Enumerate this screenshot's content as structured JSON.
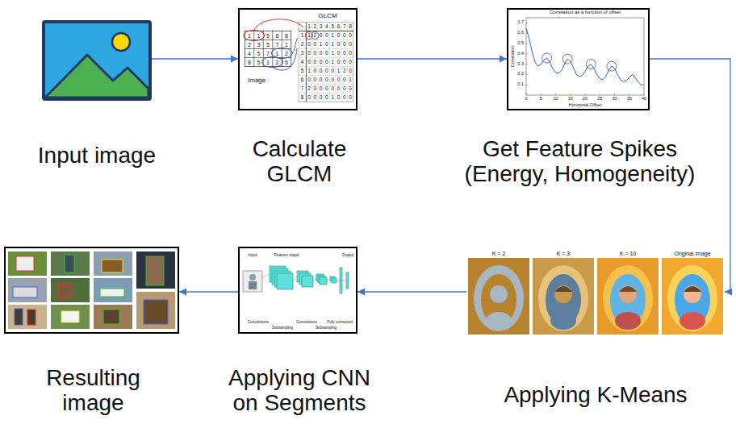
{
  "diagram": {
    "nodes": [
      {
        "text": [
          "Input image"
        ]
      },
      {
        "text": [
          "Calculate GLCM"
        ]
      },
      {
        "text": [
          "Get Feature Spikes (Energy, Homogeneity)"
        ]
      },
      {
        "text": [
          "Applying K-Means"
        ]
      },
      {
        "text": [
          "Applying CNN on Segments"
        ]
      },
      {
        "text": [
          "Resulting image"
        ]
      }
    ],
    "edges": [
      {
        "from": 0,
        "to": 1,
        "arrow": "to"
      },
      {
        "from": 1,
        "to": 2,
        "arrow": "to"
      },
      {
        "from": 2,
        "to": 3,
        "arrow": "to"
      },
      {
        "from": 3,
        "to": 4,
        "arrow": "to"
      },
      {
        "from": 4,
        "to": 5,
        "arrow": "to"
      }
    ],
    "labels": [
      "GLCM",
      "1",
      "2",
      "3",
      "4",
      "5",
      "6",
      "7",
      "8",
      "1",
      "1",
      "2",
      "0",
      "0",
      "1",
      "0",
      "0",
      "0",
      "2",
      "0",
      "0",
      "1",
      "0",
      "1",
      "0",
      "0",
      "0",
      "3",
      "0",
      "0",
      "0",
      "0",
      "1",
      "0",
      "0",
      "0",
      "4",
      "0",
      "0",
      "0",
      "0",
      "1",
      "0",
      "0",
      "0",
      "5",
      "1",
      "0",
      "0",
      "0",
      "0",
      "1",
      "2",
      "0",
      "6",
      "0",
      "0",
      "0",
      "0",
      "0",
      "0",
      "0",
      "1",
      "7",
      "2",
      "0",
      "0",
      "0",
      "0",
      "0",
      "0",
      "0",
      "8",
      "0",
      "0",
      "0",
      "0",
      "1",
      "0",
      "0",
      "0",
      "1",
      "1",
      "5",
      "6",
      "8",
      "2",
      "3",
      "5",
      "7",
      "1",
      "4",
      "5",
      "7",
      "1",
      "2",
      "8",
      "5",
      "1",
      "2",
      "5",
      "Image",
      "Correlation as a function of offset",
      "Correlation",
      "Horizontal Offset",
      "0",
      "5",
      "10",
      "15",
      "20",
      "25",
      "30",
      "35",
      "40",
      "0.1",
      "0.2",
      "0.3",
      "0.4",
      "0.5",
      "0.6",
      "0.7",
      "K = 2",
      "K = 3",
      "K = 10",
      "Original image",
      "Input",
      "Feature maps",
      "Output",
      "Convolutions",
      "Subsampling",
      "Convolutions",
      "Subsampling",
      "Fully connected"
    ]
  }
}
